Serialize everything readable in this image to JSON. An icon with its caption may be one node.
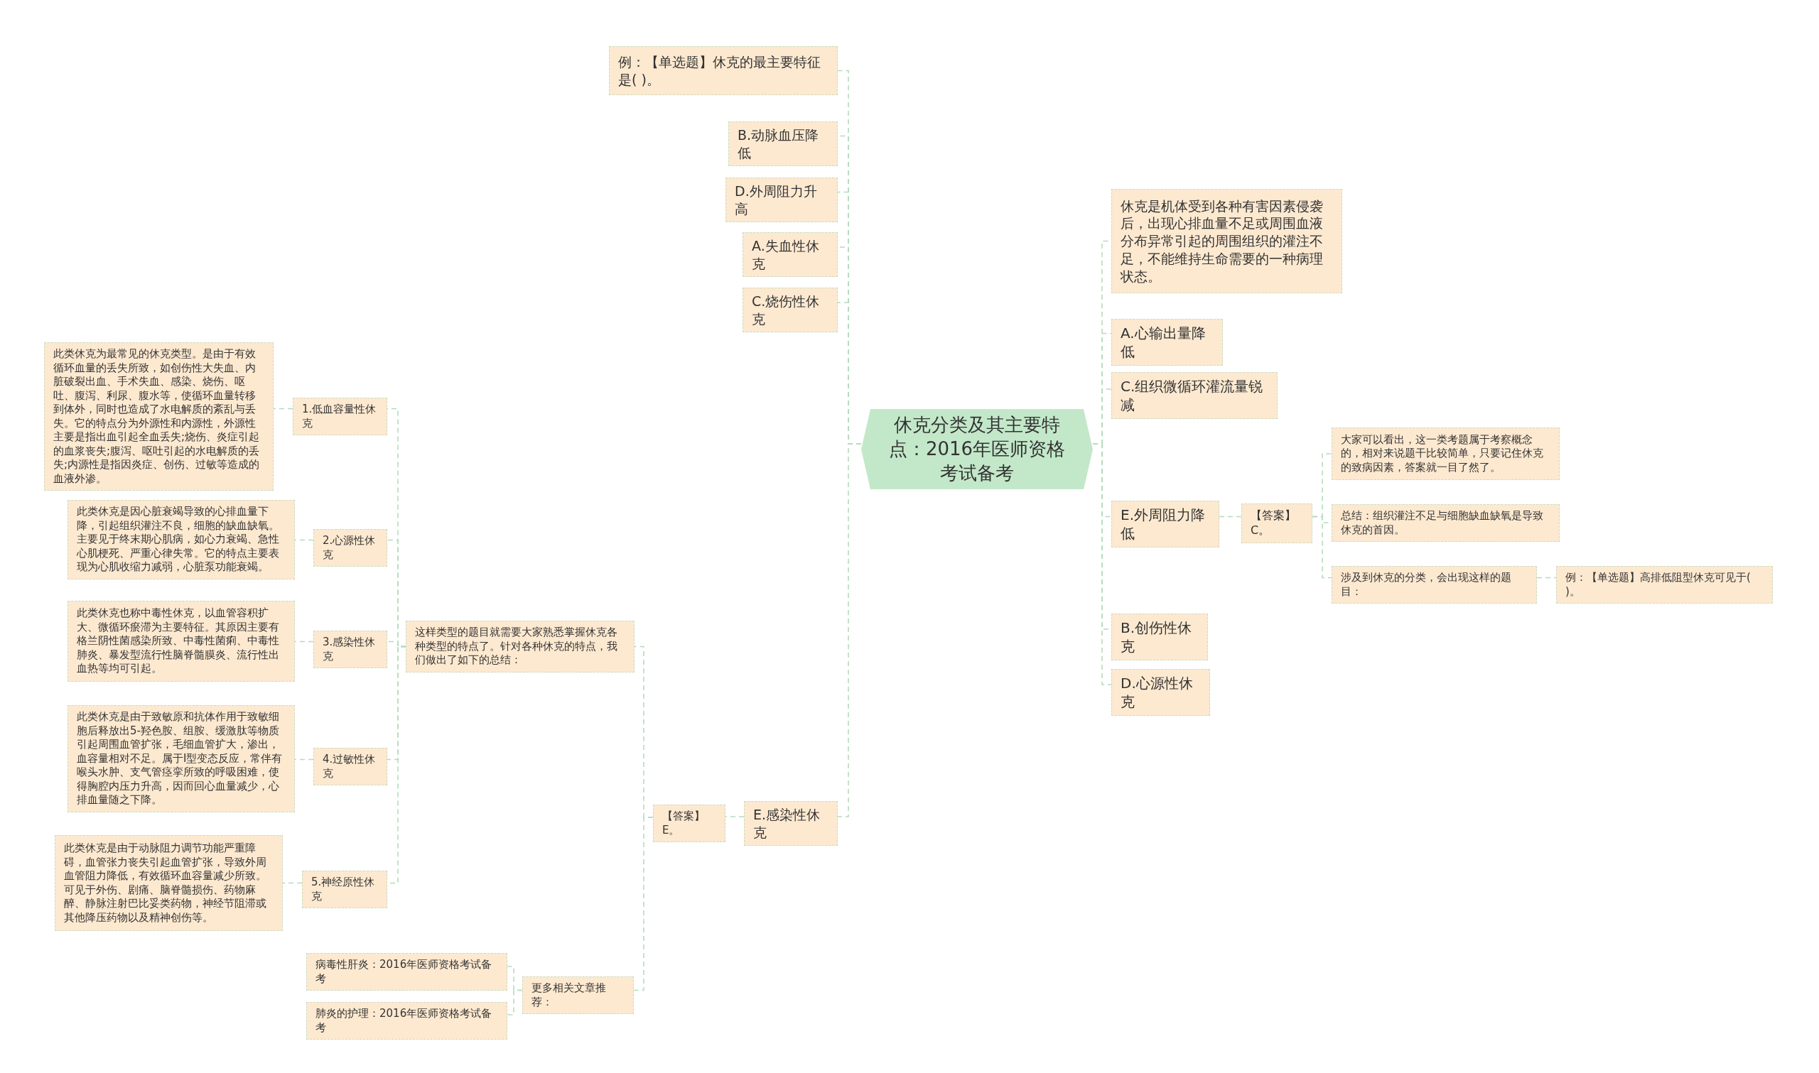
{
  "diagram": {
    "nodes": [
      {
        "text": [
          "休克分类及其主要特点：2016年医师资格考试备考"
        ]
      },
      {
        "text": [
          "休克是机体受到各种有害因素侵袭后，出现心排血量不足或周围血液分布异常引起的周围组织的灌注不足，不能维持生命需要的一种病理状态。"
        ]
      },
      {
        "text": [
          "A.心输出量降低"
        ]
      },
      {
        "text": [
          "C.组织微循环灌流量锐减"
        ]
      },
      {
        "text": [
          "E.外周阻力降低"
        ]
      },
      {
        "text": [
          "【答案】C。"
        ]
      },
      {
        "text": [
          "大家可以看出，这一类考题属于考察概念的，相对来说题干比较简单，只要记住休克的致病因素，答案就一目了然了。"
        ]
      },
      {
        "text": [
          "总结：组织灌注不足与细胞缺血缺氧是导致休克的首因。"
        ]
      },
      {
        "text": [
          "涉及到休克的分类，会出现这样的题目："
        ]
      },
      {
        "text": [
          "例：【单选题】高排低阻型休克可见于( )。"
        ]
      },
      {
        "text": [
          "B.创伤性休克"
        ]
      },
      {
        "text": [
          "D.心源性休克"
        ]
      },
      {
        "text": [
          "例：【单选题】休克的最主要特征是( )。"
        ]
      },
      {
        "text": [
          "B.动脉血压降低"
        ]
      },
      {
        "text": [
          "D.外周阻力升高"
        ]
      },
      {
        "text": [
          "A.失血性休克"
        ]
      },
      {
        "text": [
          "C.烧伤性休克"
        ]
      },
      {
        "text": [
          "E.感染性休克"
        ]
      },
      {
        "text": [
          "【答案】E。"
        ]
      },
      {
        "text": [
          "这样类型的题目就需要大家熟悉掌握休克各种类型的特点了。针对各种休克的特点，我们做出了如下的总结："
        ]
      },
      {
        "text": [
          "1.低血容量性休克"
        ]
      },
      {
        "text": [
          "此类休克为最常见的休克类型。是由于有效循环血量的丢失所致，如创伤性大失血、内脏破裂出血、手术失血、感染、烧伤、呕吐、腹泻、利尿、腹水等，使循环血量转移到体外，同时也造成了水电解质的紊乱与丢失。它的特点分为外源性和内源性，外源性主要是指出血引起全血丢失;烧伤、炎症引起的血浆丧失;腹泻、呕吐引起的水电解质的丢失;内源性是指因炎症、创伤、过敏等造成的血液外渗。"
        ]
      },
      {
        "text": [
          "2.心源性休克"
        ]
      },
      {
        "text": [
          "此类休克是因心脏衰竭导致的心排血量下降，引起组织灌注不良，细胞的缺血缺氧。主要见于终末期心肌病，如心力衰竭、急性心肌梗死、严重心律失常。它的特点主要表现为心肌收缩力减弱，心脏泵功能衰竭。"
        ]
      },
      {
        "text": [
          "3.感染性休克"
        ]
      },
      {
        "text": [
          "此类休克也称中毒性休克，以血管容积扩大、微循环瘀滞为主要特征。其原因主要有格兰阴性菌感染所致、中毒性菌痢、中毒性肺炎、暴发型流行性脑脊髓膜炎、流行性出血热等均可引起。"
        ]
      },
      {
        "text": [
          "4.过敏性休克"
        ]
      },
      {
        "text": [
          "此类休克是由于致敏原和抗体作用于致敏细胞后释放出5-羟色胺、组胺、缓激肽等物质引起周围血管扩张，毛细血管扩大，渗出，血容量相对不足。属于Ⅰ型变态反应，常伴有喉头水肿、支气管痉挛所致的呼吸困难，使得胸腔内压力升高，因而回心血量减少，心排血量随之下降。"
        ]
      },
      {
        "text": [
          "5.神经原性休克"
        ]
      },
      {
        "text": [
          "此类休克是由于动脉阻力调节功能严重障碍，血管张力丧失引起血管扩张，导致外周血管阻力降低，有效循环血容量减少所致。可见于外伤、剧痛、脑脊髓损伤、药物麻醉、静脉注射巴比妥类药物，神经节阻滞或其他降压药物以及精神创伤等。"
        ]
      },
      {
        "text": [
          "更多相关文章推荐："
        ]
      },
      {
        "text": [
          "病毒性肝炎：2016年医师资格考试备考"
        ]
      },
      {
        "text": [
          "肺炎的护理：2016年医师资格考试备考"
        ]
      }
    ],
    "edges": [
      {
        "from": 0,
        "to": 1,
        "arrow": "none"
      },
      {
        "from": 0,
        "to": 2,
        "arrow": "none"
      },
      {
        "from": 0,
        "to": 3,
        "arrow": "none"
      },
      {
        "from": 0,
        "to": 4,
        "arrow": "none"
      },
      {
        "from": 4,
        "to": 5,
        "arrow": "none"
      },
      {
        "from": 5,
        "to": 6,
        "arrow": "none"
      },
      {
        "from": 5,
        "to": 7,
        "arrow": "none"
      },
      {
        "from": 5,
        "to": 8,
        "arrow": "none"
      },
      {
        "from": 8,
        "to": 9,
        "arrow": "none"
      },
      {
        "from": 0,
        "to": 10,
        "arrow": "none"
      },
      {
        "from": 0,
        "to": 11,
        "arrow": "none"
      },
      {
        "from": 0,
        "to": 12,
        "arrow": "none"
      },
      {
        "from": 0,
        "to": 13,
        "arrow": "none"
      },
      {
        "from": 0,
        "to": 14,
        "arrow": "none"
      },
      {
        "from": 0,
        "to": 15,
        "arrow": "none"
      },
      {
        "from": 0,
        "to": 16,
        "arrow": "none"
      },
      {
        "from": 0,
        "to": 17,
        "arrow": "none"
      },
      {
        "from": 17,
        "to": 18,
        "arrow": "none"
      },
      {
        "from": 18,
        "to": 19,
        "arrow": "none"
      },
      {
        "from": 19,
        "to": 20,
        "arrow": "none"
      },
      {
        "from": 20,
        "to": 21,
        "arrow": "none"
      },
      {
        "from": 19,
        "to": 22,
        "arrow": "none"
      },
      {
        "from": 22,
        "to": 23,
        "arrow": "none"
      },
      {
        "from": 19,
        "to": 24,
        "arrow": "none"
      },
      {
        "from": 24,
        "to": 25,
        "arrow": "none"
      },
      {
        "from": 19,
        "to": 26,
        "arrow": "none"
      },
      {
        "from": 26,
        "to": 27,
        "arrow": "none"
      },
      {
        "from": 19,
        "to": 28,
        "arrow": "none"
      },
      {
        "from": 28,
        "to": 29,
        "arrow": "none"
      },
      {
        "from": 18,
        "to": 30,
        "arrow": "none"
      },
      {
        "from": 30,
        "to": 31,
        "arrow": "none"
      },
      {
        "from": 30,
        "to": 32,
        "arrow": "none"
      }
    ]
  }
}
